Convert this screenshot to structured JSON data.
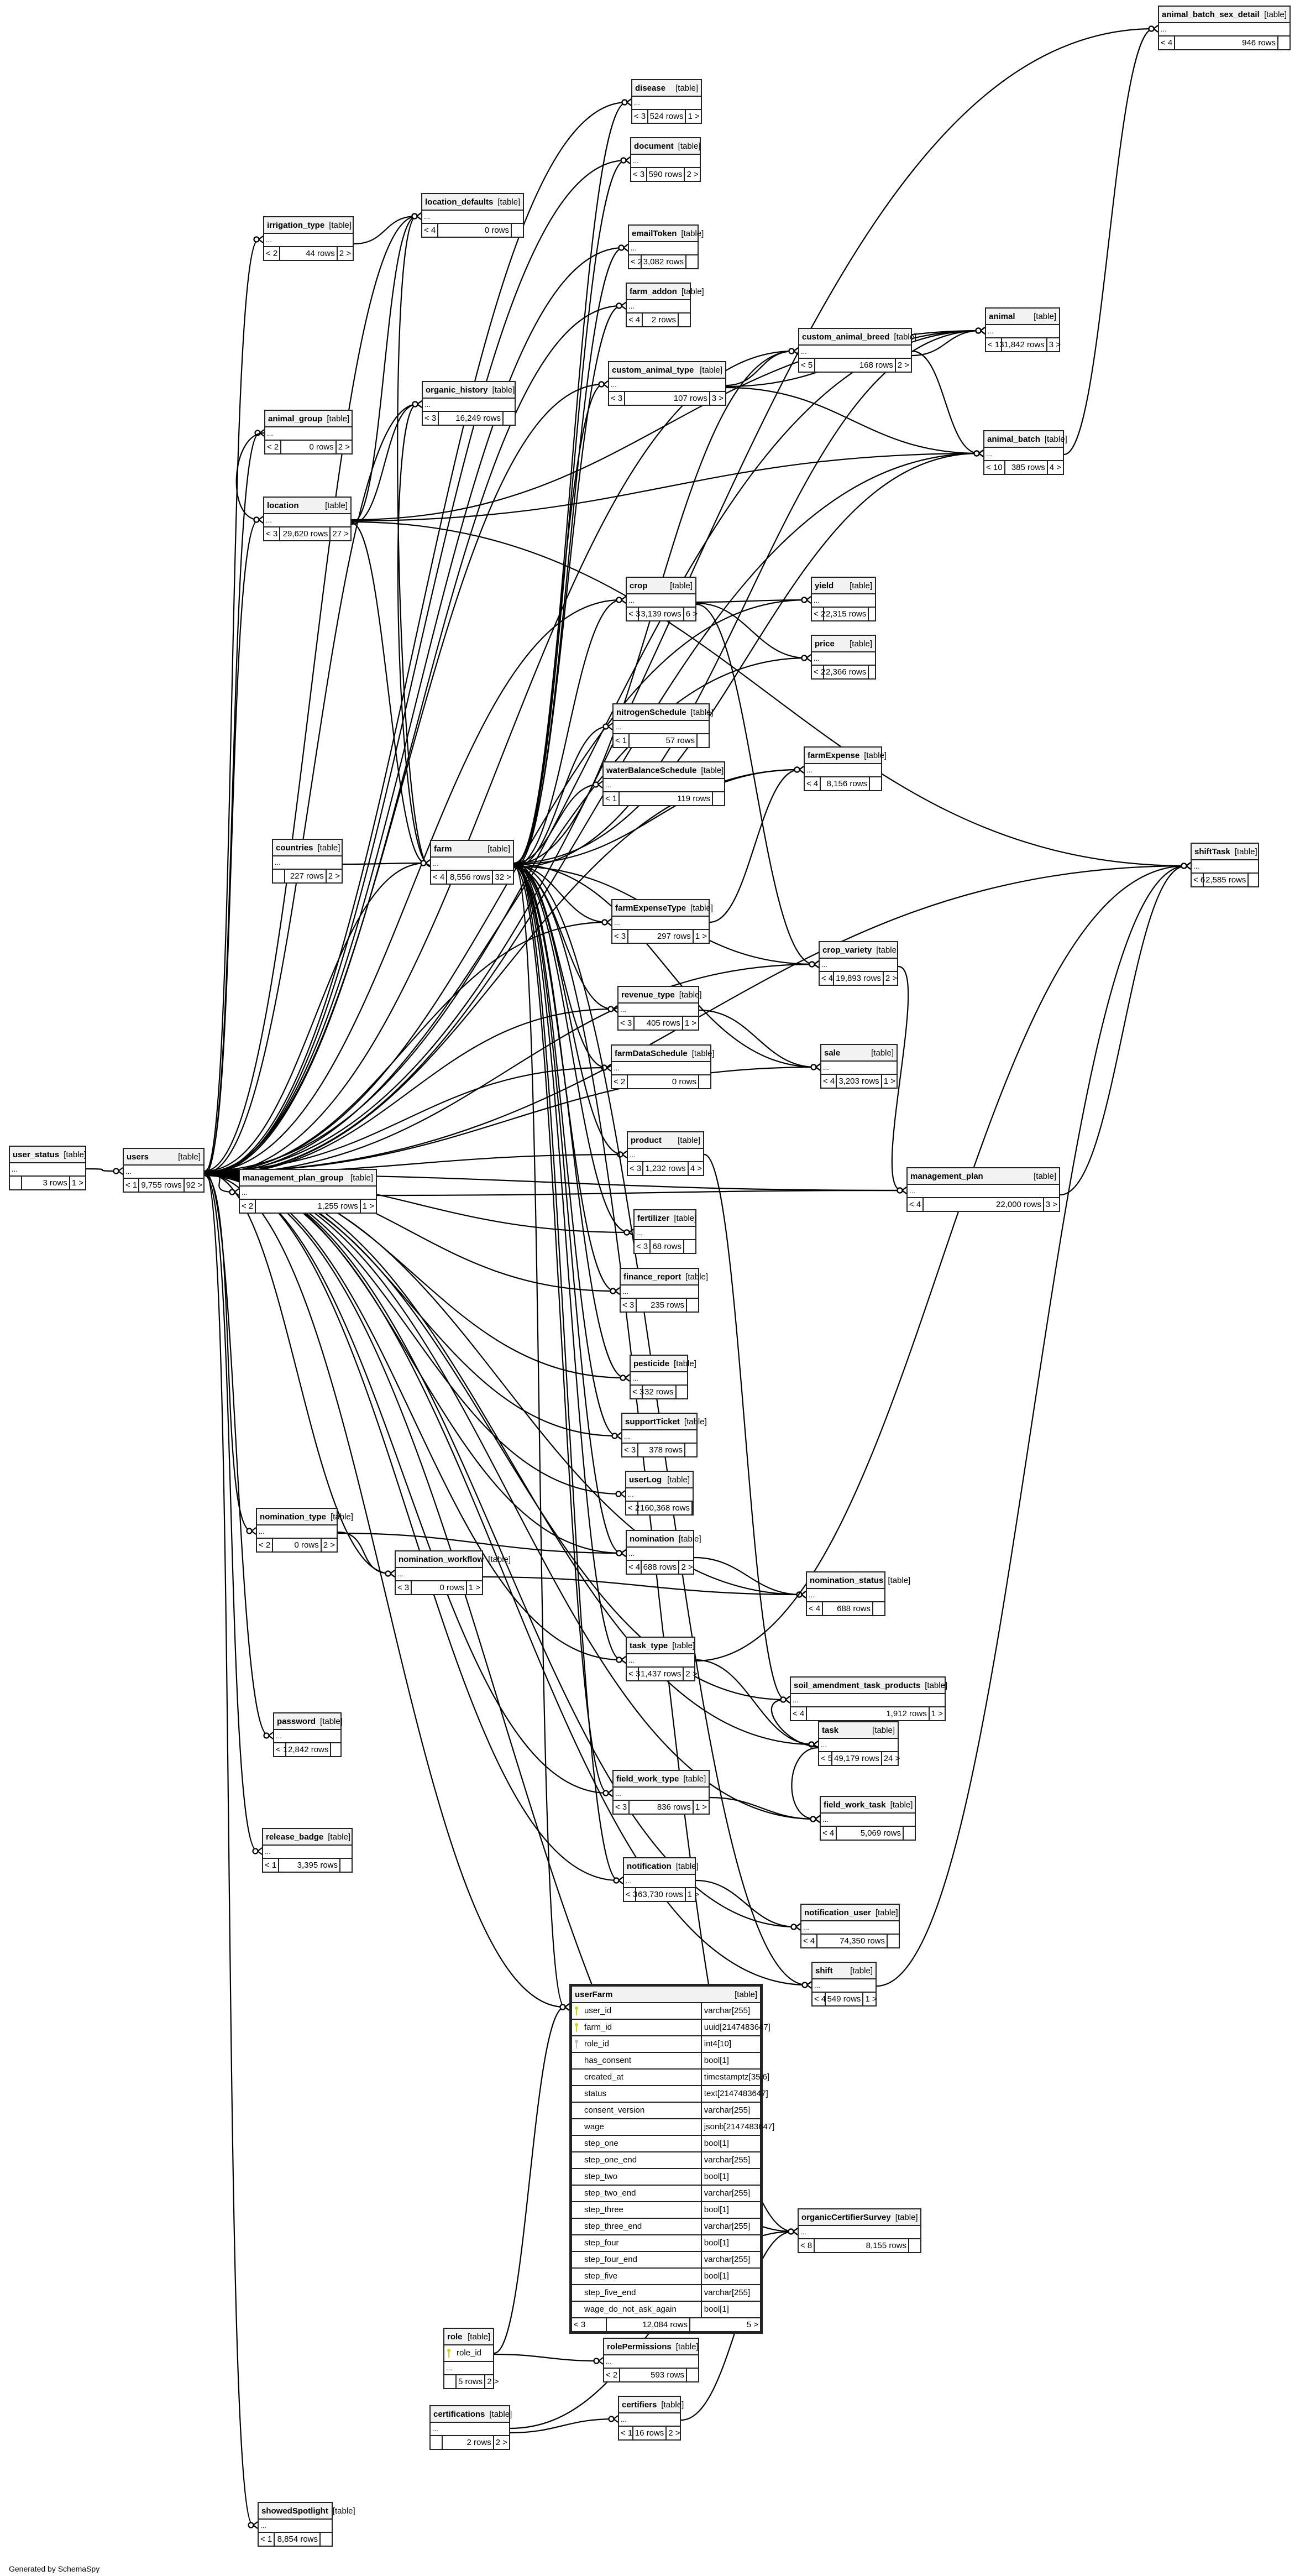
{
  "footer": "Generated by SchemaSpy",
  "type_label": "[table]",
  "dots_label": "...",
  "tables": [
    {
      "id": "user_status",
      "name": "user_status",
      "parents": "",
      "rows": "3 rows",
      "children": "1 >"
    },
    {
      "id": "users",
      "name": "users",
      "parents": "< 1",
      "rows": "9,755 rows",
      "children": "92 >"
    },
    {
      "id": "management_plan_group",
      "name": "management_plan_group",
      "parents": "< 2",
      "rows": "1,255 rows",
      "children": "1 >"
    },
    {
      "id": "animal_batch_sex_detail",
      "name": "animal_batch_sex_detail",
      "parents": "< 4",
      "rows": "946 rows",
      "children": ""
    },
    {
      "id": "disease",
      "name": "disease",
      "parents": "< 3",
      "rows": "524 rows",
      "children": "1 >"
    },
    {
      "id": "document",
      "name": "document",
      "parents": "< 3",
      "rows": "590 rows",
      "children": "2 >"
    },
    {
      "id": "location_defaults",
      "name": "location_defaults",
      "parents": "< 4",
      "rows": "0 rows",
      "children": ""
    },
    {
      "id": "irrigation_type",
      "name": "irrigation_type",
      "parents": "< 2",
      "rows": "44 rows",
      "children": "2 >"
    },
    {
      "id": "emailToken",
      "name": "emailToken",
      "parents": "< 2",
      "rows": "3,082 rows",
      "children": ""
    },
    {
      "id": "farm_addon",
      "name": "farm_addon",
      "parents": "< 4",
      "rows": "2 rows",
      "children": ""
    },
    {
      "id": "custom_animal_breed",
      "name": "custom_animal_breed",
      "parents": "< 5",
      "rows": "168 rows",
      "children": "2 >"
    },
    {
      "id": "animal",
      "name": "animal",
      "parents": "< 13",
      "rows": "1,842 rows",
      "children": "3 >"
    },
    {
      "id": "custom_animal_type",
      "name": "custom_animal_type",
      "parents": "< 3",
      "rows": "107 rows",
      "children": "3 >"
    },
    {
      "id": "organic_history",
      "name": "organic_history",
      "parents": "< 3",
      "rows": "16,249 rows",
      "children": ""
    },
    {
      "id": "animal_group",
      "name": "animal_group",
      "parents": "< 2",
      "rows": "0 rows",
      "children": "2 >"
    },
    {
      "id": "animal_batch",
      "name": "animal_batch",
      "parents": "< 10",
      "rows": "385 rows",
      "children": "4 >"
    },
    {
      "id": "location",
      "name": "location",
      "parents": "< 3",
      "rows": "29,620 rows",
      "children": "27 >"
    },
    {
      "id": "crop",
      "name": "crop",
      "parents": "< 3",
      "rows": "3,139 rows",
      "children": "6 >"
    },
    {
      "id": "yield",
      "name": "yield",
      "parents": "< 2",
      "rows": "2,315 rows",
      "children": ""
    },
    {
      "id": "price",
      "name": "price",
      "parents": "< 2",
      "rows": "2,366 rows",
      "children": ""
    },
    {
      "id": "nitrogenSchedule",
      "name": "nitrogenSchedule",
      "parents": "< 1",
      "rows": "57 rows",
      "children": ""
    },
    {
      "id": "waterBalanceSchedule",
      "name": "waterBalanceSchedule",
      "parents": "< 1",
      "rows": "119 rows",
      "children": ""
    },
    {
      "id": "farmExpense",
      "name": "farmExpense",
      "parents": "< 4",
      "rows": "8,156 rows",
      "children": ""
    },
    {
      "id": "countries",
      "name": "countries",
      "parents": "",
      "rows": "227 rows",
      "children": "2 >"
    },
    {
      "id": "farm",
      "name": "farm",
      "parents": "< 4",
      "rows": "8,556 rows",
      "children": "32 >"
    },
    {
      "id": "shiftTask",
      "name": "shiftTask",
      "parents": "< 6",
      "rows": "2,585 rows",
      "children": ""
    },
    {
      "id": "farmExpenseType",
      "name": "farmExpenseType",
      "parents": "< 3",
      "rows": "297 rows",
      "children": "1 >"
    },
    {
      "id": "crop_variety",
      "name": "crop_variety",
      "parents": "< 4",
      "rows": "19,893 rows",
      "children": "2 >"
    },
    {
      "id": "revenue_type",
      "name": "revenue_type",
      "parents": "< 3",
      "rows": "405 rows",
      "children": "1 >"
    },
    {
      "id": "farmDataSchedule",
      "name": "farmDataSchedule",
      "parents": "< 2",
      "rows": "0 rows",
      "children": ""
    },
    {
      "id": "sale",
      "name": "sale",
      "parents": "< 4",
      "rows": "3,203 rows",
      "children": "1 >"
    },
    {
      "id": "product",
      "name": "product",
      "parents": "< 3",
      "rows": "1,232 rows",
      "children": "4 >"
    },
    {
      "id": "management_plan",
      "name": "management_plan",
      "parents": "< 4",
      "rows": "22,000 rows",
      "children": "3 >"
    },
    {
      "id": "fertilizer",
      "name": "fertilizer",
      "parents": "< 3",
      "rows": "68 rows",
      "children": ""
    },
    {
      "id": "finance_report",
      "name": "finance_report",
      "parents": "< 3",
      "rows": "235 rows",
      "children": ""
    },
    {
      "id": "pesticide",
      "name": "pesticide",
      "parents": "< 3",
      "rows": "32 rows",
      "children": ""
    },
    {
      "id": "supportTicket",
      "name": "supportTicket",
      "parents": "< 3",
      "rows": "378 rows",
      "children": ""
    },
    {
      "id": "userLog",
      "name": "userLog",
      "parents": "< 2",
      "rows": "160,368 rows",
      "children": ""
    },
    {
      "id": "nomination_type",
      "name": "nomination_type",
      "parents": "< 2",
      "rows": "0 rows",
      "children": "2 >"
    },
    {
      "id": "nomination",
      "name": "nomination",
      "parents": "< 4",
      "rows": "688 rows",
      "children": "2 >"
    },
    {
      "id": "nomination_workflow",
      "name": "nomination_workflow",
      "parents": "< 3",
      "rows": "0 rows",
      "children": "1 >"
    },
    {
      "id": "nomination_status",
      "name": "nomination_status",
      "parents": "< 4",
      "rows": "688 rows",
      "children": ""
    },
    {
      "id": "task_type",
      "name": "task_type",
      "parents": "< 3",
      "rows": "1,437 rows",
      "children": "2 >"
    },
    {
      "id": "soil_amendment_task_products",
      "name": "soil_amendment_task_products",
      "parents": "< 4",
      "rows": "1,912 rows",
      "children": "1 >"
    },
    {
      "id": "task",
      "name": "task",
      "parents": "< 5",
      "rows": "49,179 rows",
      "children": "24 >"
    },
    {
      "id": "password",
      "name": "password",
      "parents": "< 1",
      "rows": "2,842 rows",
      "children": ""
    },
    {
      "id": "field_work_type",
      "name": "field_work_type",
      "parents": "< 3",
      "rows": "836 rows",
      "children": "1 >"
    },
    {
      "id": "field_work_task",
      "name": "field_work_task",
      "parents": "< 4",
      "rows": "5,069 rows",
      "children": ""
    },
    {
      "id": "release_badge",
      "name": "release_badge",
      "parents": "< 1",
      "rows": "3,395 rows",
      "children": ""
    },
    {
      "id": "notification",
      "name": "notification",
      "parents": "< 3",
      "rows": "63,730 rows",
      "children": "1 >"
    },
    {
      "id": "notification_user",
      "name": "notification_user",
      "parents": "< 4",
      "rows": "74,350 rows",
      "children": ""
    },
    {
      "id": "shift",
      "name": "shift",
      "parents": "< 4",
      "rows": "549 rows",
      "children": "1 >"
    },
    {
      "id": "organicCertifierSurvey",
      "name": "organicCertifierSurvey",
      "parents": "< 8",
      "rows": "8,155 rows",
      "children": ""
    },
    {
      "id": "rolePermissions",
      "name": "rolePermissions",
      "parents": "< 2",
      "rows": "593 rows",
      "children": ""
    },
    {
      "id": "certifiers",
      "name": "certifiers",
      "parents": "< 1",
      "rows": "16 rows",
      "children": "2 >"
    },
    {
      "id": "certifications",
      "name": "certifications",
      "parents": "",
      "rows": "2 rows",
      "children": "2 >"
    },
    {
      "id": "showedSpotlight",
      "name": "showedSpotlight",
      "parents": "< 1",
      "rows": "8,854 rows",
      "children": ""
    }
  ],
  "role": {
    "name": "role",
    "key_column": "role_id",
    "rows": "5 rows",
    "children": "2 >"
  },
  "userFarm": {
    "name": "userFarm",
    "parents": "< 3",
    "rows": "12,084 rows",
    "children": "5 >",
    "columns": [
      {
        "name": "user_id",
        "type": "varchar[255]",
        "key": "pk"
      },
      {
        "name": "farm_id",
        "type": "uuid[2147483647]",
        "key": "pk"
      },
      {
        "name": "role_id",
        "type": "int4[10]",
        "key": "fk"
      },
      {
        "name": "has_consent",
        "type": "bool[1]",
        "key": ""
      },
      {
        "name": "created_at",
        "type": "timestamptz[35,6]",
        "key": ""
      },
      {
        "name": "status",
        "type": "text[2147483647]",
        "key": ""
      },
      {
        "name": "consent_version",
        "type": "varchar[255]",
        "key": ""
      },
      {
        "name": "wage",
        "type": "jsonb[2147483647]",
        "key": ""
      },
      {
        "name": "step_one",
        "type": "bool[1]",
        "key": ""
      },
      {
        "name": "step_one_end",
        "type": "varchar[255]",
        "key": ""
      },
      {
        "name": "step_two",
        "type": "bool[1]",
        "key": ""
      },
      {
        "name": "step_two_end",
        "type": "varchar[255]",
        "key": ""
      },
      {
        "name": "step_three",
        "type": "bool[1]",
        "key": ""
      },
      {
        "name": "step_three_end",
        "type": "varchar[255]",
        "key": ""
      },
      {
        "name": "step_four",
        "type": "bool[1]",
        "key": ""
      },
      {
        "name": "step_four_end",
        "type": "varchar[255]",
        "key": ""
      },
      {
        "name": "step_five",
        "type": "bool[1]",
        "key": ""
      },
      {
        "name": "step_five_end",
        "type": "varchar[255]",
        "key": ""
      },
      {
        "name": "wage_do_not_ask_again",
        "type": "bool[1]",
        "key": ""
      }
    ]
  },
  "relationships": [
    [
      "user_status",
      "users"
    ],
    [
      "users",
      "management_plan_group"
    ],
    [
      "users",
      "animal_batch_sex_detail"
    ],
    [
      "users",
      "disease"
    ],
    [
      "users",
      "document"
    ],
    [
      "users",
      "location_defaults"
    ],
    [
      "users",
      "irrigation_type"
    ],
    [
      "users",
      "emailToken"
    ],
    [
      "users",
      "farm_addon"
    ],
    [
      "users",
      "custom_animal_breed"
    ],
    [
      "users",
      "animal"
    ],
    [
      "users",
      "custom_animal_type"
    ],
    [
      "users",
      "organic_history"
    ],
    [
      "users",
      "animal_group"
    ],
    [
      "users",
      "animal_batch"
    ],
    [
      "users",
      "location"
    ],
    [
      "users",
      "crop"
    ],
    [
      "users",
      "yield"
    ],
    [
      "users",
      "price"
    ],
    [
      "users",
      "farmExpense"
    ],
    [
      "users",
      "farm"
    ],
    [
      "users",
      "shiftTask"
    ],
    [
      "users",
      "farmExpenseType"
    ],
    [
      "users",
      "crop_variety"
    ],
    [
      "users",
      "revenue_type"
    ],
    [
      "users",
      "farmDataSchedule"
    ],
    [
      "users",
      "sale"
    ],
    [
      "users",
      "product"
    ],
    [
      "users",
      "management_plan"
    ],
    [
      "users",
      "fertilizer"
    ],
    [
      "users",
      "finance_report"
    ],
    [
      "users",
      "pesticide"
    ],
    [
      "users",
      "supportTicket"
    ],
    [
      "users",
      "userLog"
    ],
    [
      "users",
      "nomination_type"
    ],
    [
      "users",
      "nomination"
    ],
    [
      "users",
      "nomination_workflow"
    ],
    [
      "users",
      "nomination_status"
    ],
    [
      "users",
      "task_type"
    ],
    [
      "users",
      "soil_amendment_task_products"
    ],
    [
      "users",
      "task"
    ],
    [
      "users",
      "password"
    ],
    [
      "users",
      "field_work_type"
    ],
    [
      "users",
      "field_work_task"
    ],
    [
      "users",
      "release_badge"
    ],
    [
      "users",
      "notification"
    ],
    [
      "users",
      "notification_user"
    ],
    [
      "users",
      "shift"
    ],
    [
      "users",
      "userFarm"
    ],
    [
      "users",
      "organicCertifierSurvey"
    ],
    [
      "users",
      "showedSpotlight"
    ],
    [
      "farm",
      "disease"
    ],
    [
      "farm",
      "document"
    ],
    [
      "farm",
      "location_defaults"
    ],
    [
      "farm",
      "emailToken"
    ],
    [
      "farm",
      "farm_addon"
    ],
    [
      "farm",
      "custom_animal_type"
    ],
    [
      "farm",
      "organic_history"
    ],
    [
      "farm",
      "crop"
    ],
    [
      "farm",
      "nitrogenSchedule"
    ],
    [
      "farm",
      "waterBalanceSchedule"
    ],
    [
      "farm",
      "farmExpense"
    ],
    [
      "farm",
      "farmExpenseType"
    ],
    [
      "farm",
      "crop_variety"
    ],
    [
      "farm",
      "revenue_type"
    ],
    [
      "farm",
      "farmDataSchedule"
    ],
    [
      "farm",
      "sale"
    ],
    [
      "farm",
      "product"
    ],
    [
      "farm",
      "fertilizer"
    ],
    [
      "farm",
      "finance_report"
    ],
    [
      "farm",
      "pesticide"
    ],
    [
      "farm",
      "supportTicket"
    ],
    [
      "farm",
      "nomination"
    ],
    [
      "farm",
      "task_type"
    ],
    [
      "farm",
      "field_work_type"
    ],
    [
      "farm",
      "notification"
    ],
    [
      "farm",
      "shift"
    ],
    [
      "farm",
      "userFarm"
    ],
    [
      "farm",
      "organicCertifierSurvey"
    ],
    [
      "farm",
      "animal"
    ],
    [
      "farm",
      "animal_batch"
    ],
    [
      "farm",
      "custom_animal_breed"
    ],
    [
      "countries",
      "farm"
    ],
    [
      "location",
      "location_defaults"
    ],
    [
      "location",
      "organic_history"
    ],
    [
      "location",
      "animal"
    ],
    [
      "location",
      "animal_batch"
    ],
    [
      "location",
      "shiftTask"
    ],
    [
      "location",
      "farm"
    ],
    [
      "irrigation_type",
      "location_defaults"
    ],
    [
      "animal_group",
      "location"
    ],
    [
      "custom_animal_type",
      "custom_animal_breed"
    ],
    [
      "custom_animal_type",
      "animal"
    ],
    [
      "custom_animal_type",
      "animal_batch"
    ],
    [
      "custom_animal_breed",
      "animal"
    ],
    [
      "custom_animal_breed",
      "animal_batch"
    ],
    [
      "animal_batch",
      "animal_batch_sex_detail"
    ],
    [
      "crop",
      "yield"
    ],
    [
      "crop",
      "price"
    ],
    [
      "crop",
      "crop_variety"
    ],
    [
      "farmExpenseType",
      "farmExpense"
    ],
    [
      "revenue_type",
      "sale"
    ],
    [
      "crop_variety",
      "management_plan"
    ],
    [
      "management_plan_group",
      "management_plan"
    ],
    [
      "management_plan",
      "shiftTask"
    ],
    [
      "product",
      "soil_amendment_task_products"
    ],
    [
      "nomination_type",
      "nomination_workflow"
    ],
    [
      "nomination_type",
      "nomination"
    ],
    [
      "nomination_workflow",
      "nomination_status"
    ],
    [
      "nomination",
      "nomination_status"
    ],
    [
      "task_type",
      "task"
    ],
    [
      "task_type",
      "shiftTask"
    ],
    [
      "task",
      "soil_amendment_task_products"
    ],
    [
      "task",
      "field_work_task"
    ],
    [
      "field_work_type",
      "field_work_task"
    ],
    [
      "notification",
      "notification_user"
    ],
    [
      "shift",
      "shiftTask"
    ],
    [
      "role",
      "userFarm"
    ],
    [
      "role",
      "rolePermissions"
    ],
    [
      "certifications",
      "certifiers"
    ],
    [
      "certifications",
      "organicCertifierSurvey"
    ],
    [
      "certifiers",
      "organicCertifierSurvey"
    ]
  ]
}
